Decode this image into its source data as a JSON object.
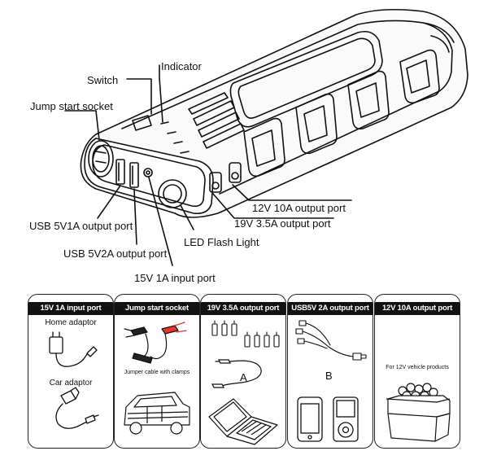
{
  "callouts": {
    "indicator": "Indicator",
    "switch": "Switch",
    "jump_start_socket": "Jump start socket",
    "output_12v": "12V 10A output port",
    "output_19v": "19V 3.5A output port",
    "usb_5v1a": "USB 5V1A output port",
    "led_flash_light": "LED Flash Light",
    "usb_5v2a": "USB 5V2A output port",
    "input_15v": "15V 1A input port"
  },
  "panels": [
    {
      "header": "15V 1A input port",
      "labels": [
        "Home adaptor",
        "Car adaptor"
      ]
    },
    {
      "header": "Jump start socket",
      "labels": [
        "Jumper cable with clamps"
      ]
    },
    {
      "header": "19V 3.5A output port",
      "labels": [
        "A"
      ]
    },
    {
      "header": "USB5V 2A output port",
      "labels": [
        "B"
      ]
    },
    {
      "header": "12V 10A output port",
      "labels": [
        "For 12V vehicle products"
      ]
    }
  ],
  "colors": {
    "line": "#111111",
    "header_bg": "#111111",
    "clamp_red": "#e8352b"
  },
  "icons": [
    "power-bank-icon",
    "home-adaptor-icon",
    "car-adaptor-icon",
    "jumper-clamps-icon",
    "car-icon",
    "connector-tips-icon",
    "dc-cable-icon",
    "usb-splitter-icon",
    "phone-icon",
    "music-player-icon",
    "laptop-icon",
    "cooler-box-icon"
  ]
}
